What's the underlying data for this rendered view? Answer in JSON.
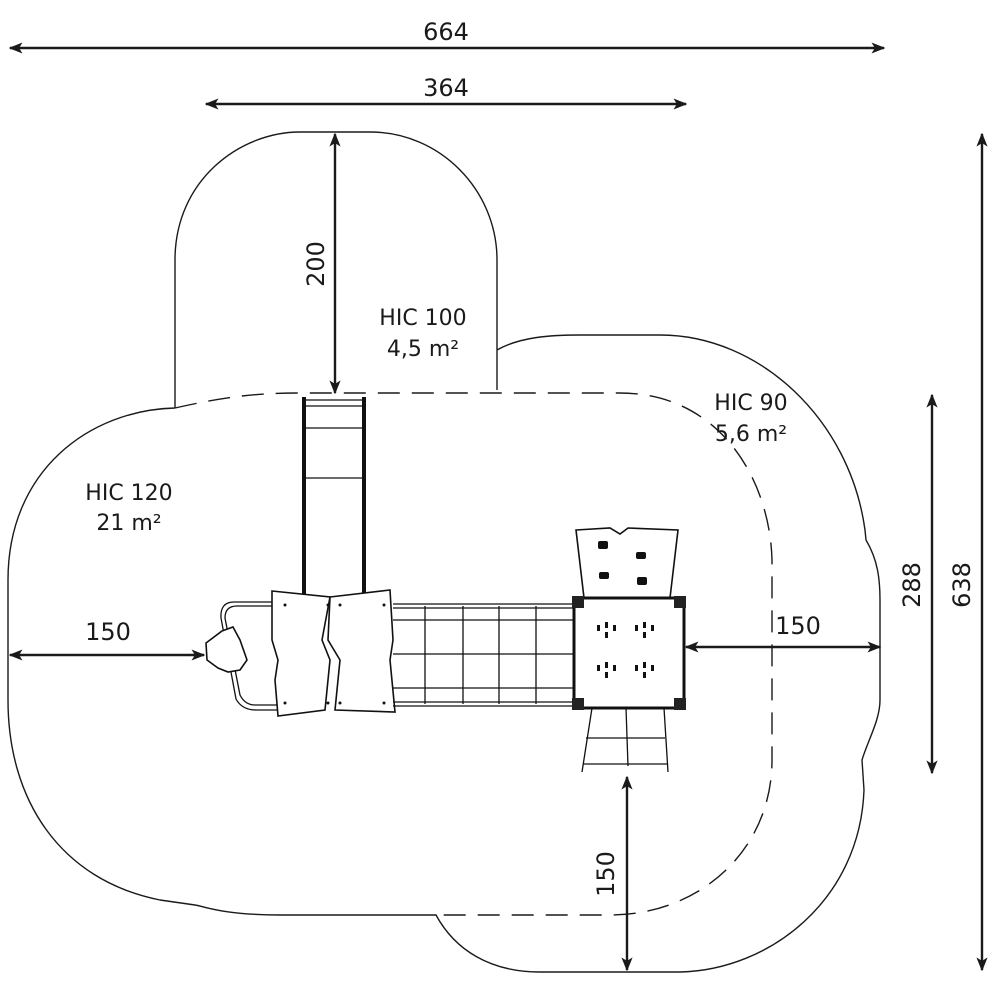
{
  "title": "Playground equipment safety area plan",
  "dimensions": {
    "overall_width": "664",
    "top_zone_width": "364",
    "slide_zone_depth": "200",
    "left_clearance": "150",
    "right_clearance": "150",
    "bottom_clearance": "150",
    "right_inner_height": "288",
    "overall_height": "638"
  },
  "zones": [
    {
      "hic": "HIC 100",
      "area": "4,5 m²"
    },
    {
      "hic": "HIC 90",
      "area": "5,6 m²"
    },
    {
      "hic": "HIC 120",
      "area": "21 m²"
    }
  ],
  "colors": {
    "line": "#1a1a1a",
    "background": "#ffffff"
  }
}
